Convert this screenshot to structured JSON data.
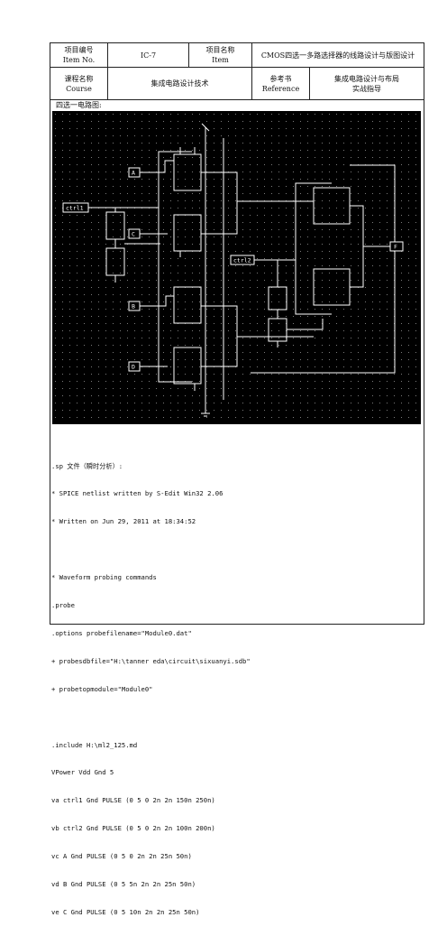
{
  "header": {
    "item_no_label": "项目编号\nItem No.",
    "item_no_value": "IC-7",
    "item_label": "项目名称\nItem",
    "item_value": "CMOS四选一多路选择器的线路设计与版图设计",
    "course_label": "课程名称\nCourse",
    "course_value": "集成电路设计技术",
    "ref_label": "参考书\nReference",
    "ref_value": "集成电路设计与布局\n实战指导"
  },
  "caption": "四选一电路图:",
  "schematic": {
    "labels": {
      "a": "A",
      "c": "C",
      "b": "B",
      "d": "D",
      "ctrl1": "ctrl1",
      "ctrl2": "ctrl2",
      "out": "F"
    },
    "colors": {
      "background": "#000000",
      "wire": "#ffffff",
      "dot": "#7a7a7a"
    }
  },
  "netlist": [
    ".sp 文件（瞬时分析）:",
    "* SPICE netlist written by S-Edit Win32 2.06",
    "* Written on Jun 29, 2011 at 18:34:52",
    "",
    "* Waveform probing commands",
    ".probe",
    ".options probefilename=\"Module0.dat\"",
    "+ probesdbfile=\"H:\\tanner eda\\circuit\\sixuanyi.sdb\"",
    "+ probetopmodule=\"Module0\"",
    "",
    ".include H:\\ml2_125.md",
    "VPower Vdd Gnd 5",
    "va ctrl1 Gnd PULSE (0 5 0 2n 2n 150n 250n)",
    "vb ctrl2 Gnd PULSE (0 5 0 2n 2n 100n 200n)",
    "vc A Gnd PULSE (0 5 0 2n 2n 25n 50n)",
    "vd B Gnd PULSE (0 5 5n 2n 2n 25n 50n)",
    "ve C Gnd PULSE (0 5 10n 2n 2n 25n 50n)"
  ]
}
